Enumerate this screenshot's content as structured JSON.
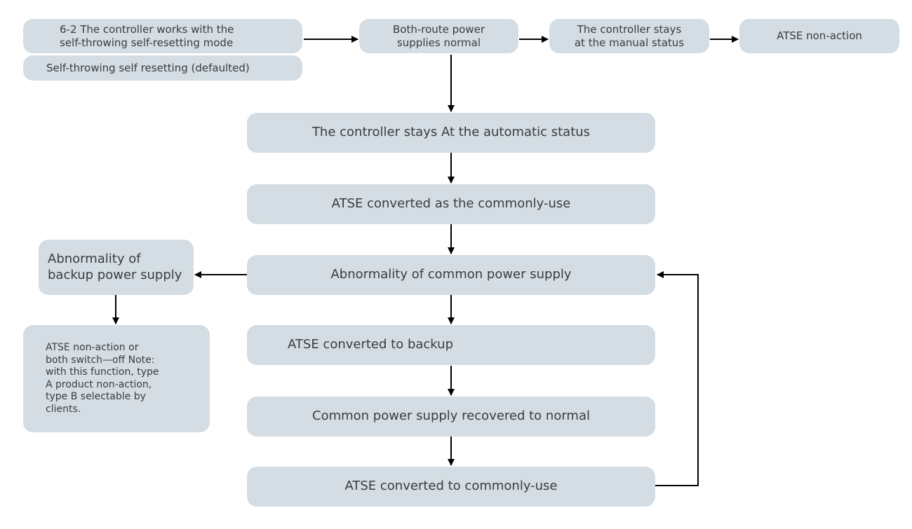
{
  "nodes": {
    "mode_title": "6-2 The controller works with the\nself-throwing self-resetting mode",
    "mode_default": "Self-throwing self resetting (defaulted)",
    "both_normal": "Both-route power\nsupplies normal",
    "manual_status": "The controller stays\nat the manual status",
    "atse_non_action": "ATSE non-action",
    "auto_status": "The controller stays At the automatic status",
    "convert_common_use": "ATSE converted as the commonly-use",
    "abnormal_common": "Abnormality of common power supply",
    "abnormal_backup": "Abnormality of\nbackup power supply",
    "atse_note": "ATSE non-action or\nboth switch—off Note:\nwith this function, type\nA product non-action,\ntype B selectable by\nclients.",
    "convert_backup": "ATSE converted to backup",
    "common_recovered": "Common power supply recovered to normal",
    "convert_common_use_2": "ATSE converted to commonly-use"
  },
  "colors": {
    "box_fill": "#d3dde3",
    "text": "#3a3d42",
    "line": "#000000"
  }
}
